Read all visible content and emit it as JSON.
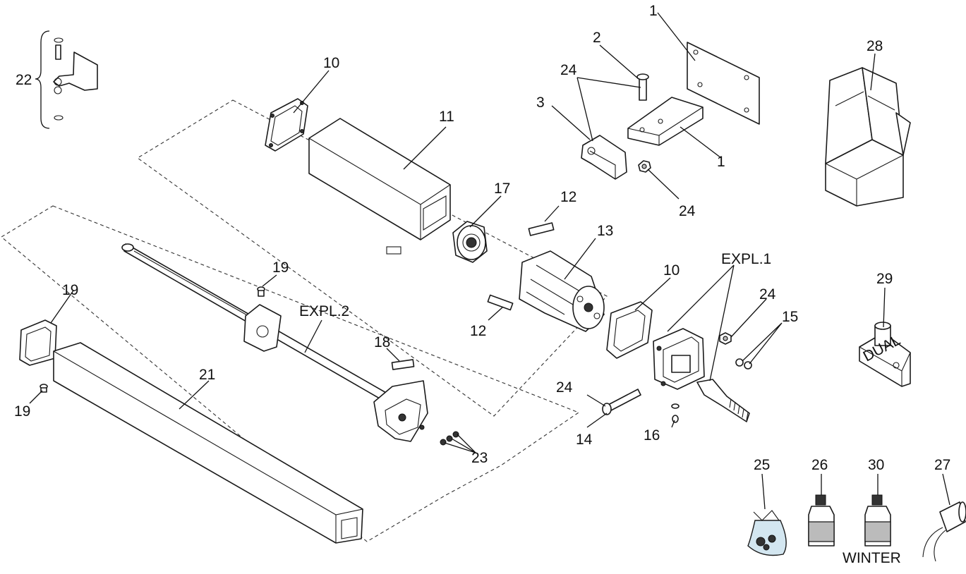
{
  "callouts": {
    "c1a": "1",
    "c1b": "1",
    "c2": "2",
    "c3": "3",
    "c10a": "10",
    "c10b": "10",
    "c11": "11",
    "c12a": "12",
    "c12b": "12",
    "c13": "13",
    "c14": "14",
    "c15": "15",
    "c16": "16",
    "c17": "17",
    "c18": "18",
    "c19a": "19",
    "c19b": "19",
    "c19c": "19",
    "c21": "21",
    "c22": "22",
    "c23": "23",
    "c24a": "24",
    "c24b": "24",
    "c24c": "24",
    "c24d": "24",
    "c25": "25",
    "c26": "26",
    "c27": "27",
    "c28": "28",
    "c29": "29",
    "c30": "30"
  },
  "assemblies": {
    "expl1": "EXPL.1",
    "expl2": "EXPL.2"
  },
  "notes": {
    "winter": "WINTER",
    "key_tag": "DUAL"
  }
}
